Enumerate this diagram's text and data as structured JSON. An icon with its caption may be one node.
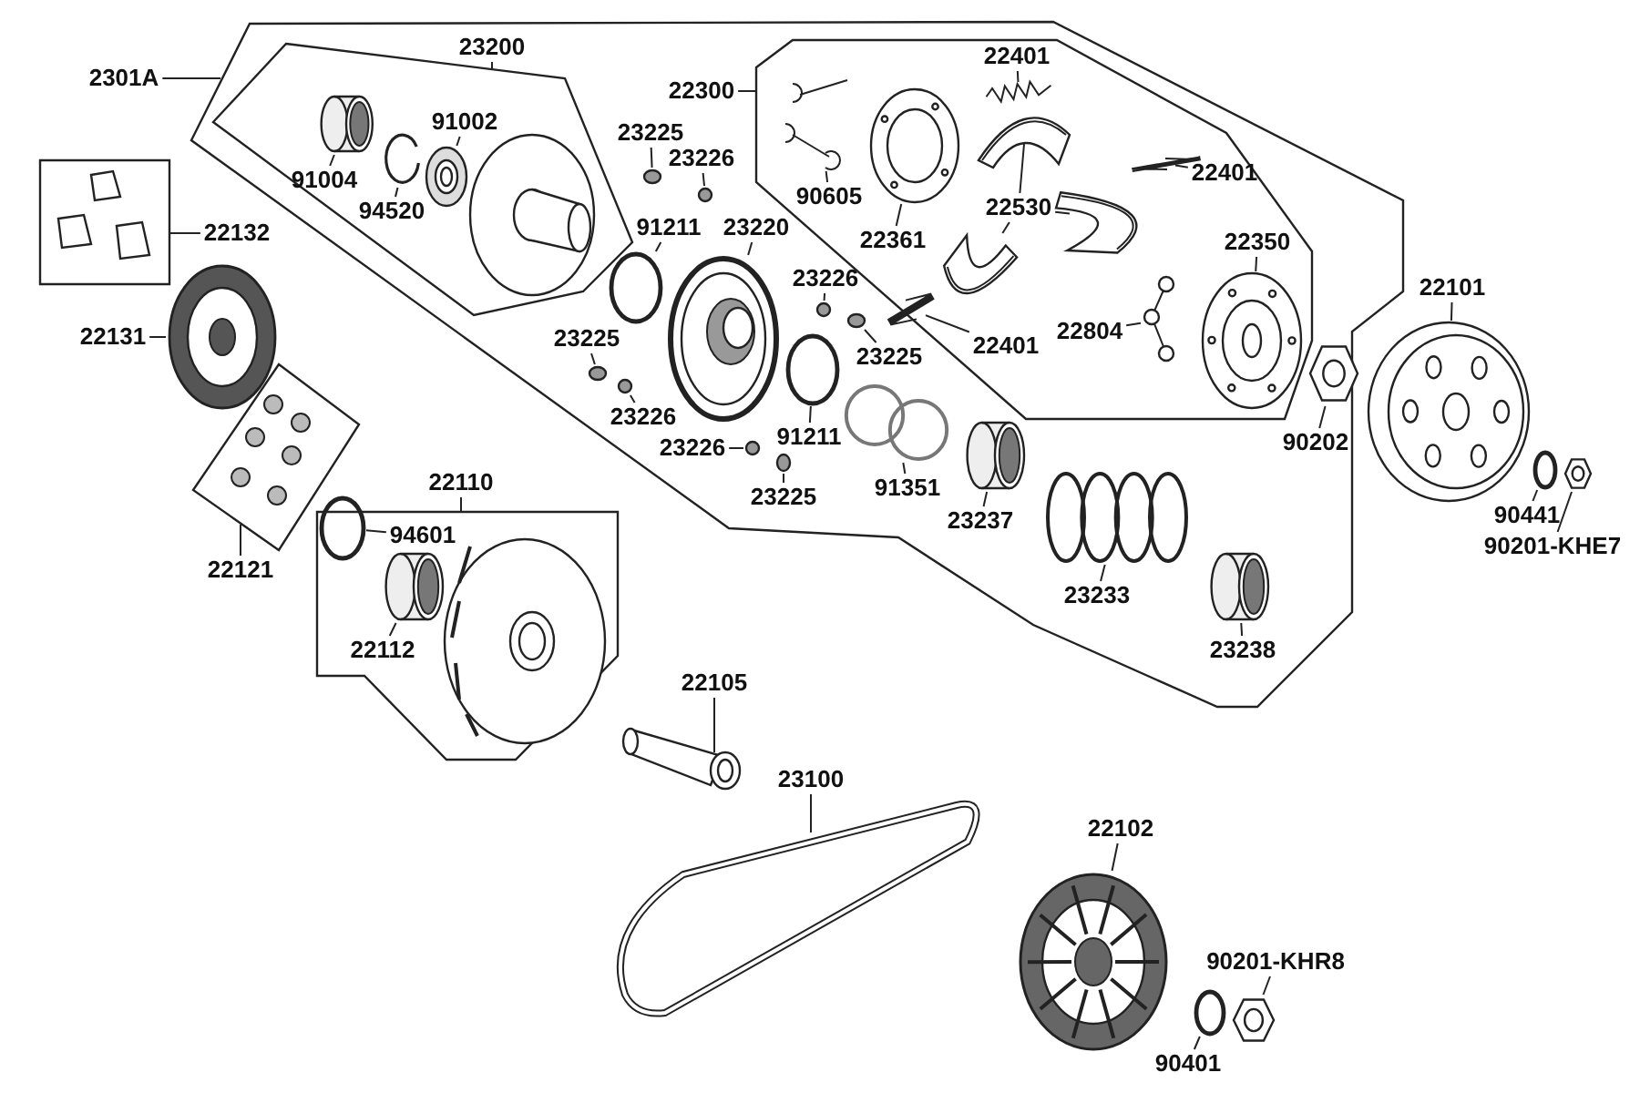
{
  "diagram": {
    "nodes": [
      {
        "text": [
          "2301A"
        ]
      },
      {
        "text": [
          "23200"
        ]
      },
      {
        "text": [
          "91004"
        ]
      },
      {
        "text": [],
        "shape": "cylinder"
      },
      {
        "text": [
          "94520"
        ]
      },
      {
        "text": [],
        "shape": "picture"
      },
      {
        "text": [
          "91002"
        ]
      },
      {
        "text": [],
        "shape": "picture"
      },
      {
        "text": [
          "22300"
        ]
      },
      {
        "text": [
          "22401"
        ]
      },
      {
        "text": [],
        "shape": "picture"
      },
      {
        "text": [
          "90605"
        ]
      },
      {
        "text": [],
        "shape": "picture"
      },
      {
        "text": [
          "22361"
        ]
      },
      {
        "text": [],
        "shape": "picture"
      },
      {
        "text": [
          "22530"
        ]
      },
      {
        "text": [],
        "shape": "picture"
      },
      {
        "text": [],
        "shape": "picture"
      },
      {
        "text": [],
        "shape": "picture"
      },
      {
        "text": [
          "22401"
        ]
      },
      {
        "text": [],
        "shape": "picture"
      },
      {
        "text": [
          "22401"
        ]
      },
      {
        "text": [],
        "shape": "picture"
      },
      {
        "text": [
          "22350"
        ]
      },
      {
        "text": [],
        "shape": "picture"
      },
      {
        "text": [
          "22804"
        ]
      },
      {
        "text": [],
        "shape": "picture"
      },
      {
        "text": [
          "22101"
        ]
      },
      {
        "text": [],
        "shape": "picture"
      },
      {
        "text": [
          "90202"
        ]
      },
      {
        "text": [],
        "shape": "picture"
      },
      {
        "text": [
          "90441"
        ]
      },
      {
        "text": [],
        "shape": "circle"
      },
      {
        "text": [
          "90201-KHE7"
        ]
      },
      {
        "text": [],
        "shape": "picture"
      },
      {
        "text": [
          "23225"
        ]
      },
      {
        "text": [],
        "shape": "circle"
      },
      {
        "text": [
          "23226"
        ]
      },
      {
        "text": [],
        "shape": "circle"
      },
      {
        "text": [
          "91211"
        ]
      },
      {
        "text": [],
        "shape": "circle"
      },
      {
        "text": [
          "23220"
        ]
      },
      {
        "text": [],
        "shape": "picture"
      },
      {
        "text": [
          "23225"
        ]
      },
      {
        "text": [],
        "shape": "circle"
      },
      {
        "text": [
          "23226"
        ]
      },
      {
        "text": [],
        "shape": "circle"
      },
      {
        "text": [
          "23226"
        ]
      },
      {
        "text": [],
        "shape": "circle"
      },
      {
        "text": [
          "23225"
        ]
      },
      {
        "text": [],
        "shape": "circle"
      },
      {
        "text": [
          "23226"
        ]
      },
      {
        "text": [],
        "shape": "circle"
      },
      {
        "text": [
          "23225"
        ]
      },
      {
        "text": [],
        "shape": "circle"
      },
      {
        "text": [
          "91211"
        ]
      },
      {
        "text": [],
        "shape": "circle"
      },
      {
        "text": [
          "91351"
        ]
      },
      {
        "text": [],
        "shape": "picture"
      },
      {
        "text": [
          "23237"
        ]
      },
      {
        "text": [],
        "shape": "cylinder"
      },
      {
        "text": [
          "23233"
        ]
      },
      {
        "text": [],
        "shape": "picture"
      },
      {
        "text": [
          "23238"
        ]
      },
      {
        "text": [],
        "shape": "cylinder"
      },
      {
        "text": [
          "22132"
        ]
      },
      {
        "text": [
          "22131"
        ]
      },
      {
        "text": [],
        "shape": "picture"
      },
      {
        "text": [
          "22121"
        ]
      },
      {
        "text": [
          "22110"
        ]
      },
      {
        "text": [
          "94601"
        ]
      },
      {
        "text": [],
        "shape": "circle"
      },
      {
        "text": [
          "22112"
        ]
      },
      {
        "text": [],
        "shape": "cylinder"
      },
      {
        "text": [
          "22105"
        ]
      },
      {
        "text": [],
        "shape": "picture"
      },
      {
        "text": [
          "23100"
        ]
      },
      {
        "text": [],
        "shape": "picture"
      },
      {
        "text": [
          "22102"
        ]
      },
      {
        "text": [],
        "shape": "picture"
      },
      {
        "text": [
          "90201-KHR8"
        ]
      },
      {
        "text": [],
        "shape": "picture"
      },
      {
        "text": [
          "90401"
        ]
      },
      {
        "text": [],
        "shape": "circle"
      }
    ],
    "edges": [
      {
        "from": 0,
        "to": null,
        "arrow": "none"
      },
      {
        "from": 1,
        "to": null,
        "arrow": "none"
      },
      {
        "from": 2,
        "to": 3,
        "arrow": "none"
      },
      {
        "from": 4,
        "to": 5,
        "arrow": "none"
      },
      {
        "from": 6,
        "to": 7,
        "arrow": "none"
      },
      {
        "from": 8,
        "to": null,
        "arrow": "none"
      },
      {
        "from": 9,
        "to": 10,
        "arrow": "none"
      },
      {
        "from": 11,
        "to": 12,
        "arrow": "none"
      },
      {
        "from": 13,
        "to": 14,
        "arrow": "none"
      },
      {
        "from": 15,
        "to": 16,
        "arrow": "none"
      },
      {
        "from": 15,
        "to": 17,
        "arrow": "none"
      },
      {
        "from": 15,
        "to": 18,
        "arrow": "none"
      },
      {
        "from": 19,
        "to": 20,
        "arrow": "none"
      },
      {
        "from": 21,
        "to": 22,
        "arrow": "none"
      },
      {
        "from": 23,
        "to": 24,
        "arrow": "none"
      },
      {
        "from": 25,
        "to": 26,
        "arrow": "none"
      },
      {
        "from": 27,
        "to": 28,
        "arrow": "none"
      },
      {
        "from": 29,
        "to": 30,
        "arrow": "none"
      },
      {
        "from": 31,
        "to": 32,
        "arrow": "none"
      },
      {
        "from": 33,
        "to": 34,
        "arrow": "none"
      },
      {
        "from": 35,
        "to": 36,
        "arrow": "none"
      },
      {
        "from": 37,
        "to": 38,
        "arrow": "none"
      },
      {
        "from": 39,
        "to": 40,
        "arrow": "none"
      },
      {
        "from": 41,
        "to": 42,
        "arrow": "none"
      },
      {
        "from": 43,
        "to": 44,
        "arrow": "none"
      },
      {
        "from": 45,
        "to": 46,
        "arrow": "none"
      },
      {
        "from": 47,
        "to": 48,
        "arrow": "none"
      },
      {
        "from": 49,
        "to": 50,
        "arrow": "none"
      },
      {
        "from": 51,
        "to": 52,
        "arrow": "none"
      },
      {
        "from": 53,
        "to": 54,
        "arrow": "none"
      },
      {
        "from": 55,
        "to": 56,
        "arrow": "none"
      },
      {
        "from": 57,
        "to": 58,
        "arrow": "none"
      },
      {
        "from": 59,
        "to": 60,
        "arrow": "none"
      },
      {
        "from": 61,
        "to": 62,
        "arrow": "none"
      },
      {
        "from": 63,
        "to": 64,
        "arrow": "none"
      },
      {
        "from": 65,
        "to": null,
        "arrow": "none"
      },
      {
        "from": 66,
        "to": 67,
        "arrow": "none"
      },
      {
        "from": 68,
        "to": null,
        "arrow": "none"
      },
      {
        "from": 69,
        "to": null,
        "arrow": "none"
      },
      {
        "from": 70,
        "to": 71,
        "arrow": "none"
      },
      {
        "from": 72,
        "to": 73,
        "arrow": "none"
      },
      {
        "from": 74,
        "to": 75,
        "arrow": "none"
      },
      {
        "from": 76,
        "to": 77,
        "arrow": "none"
      },
      {
        "from": 78,
        "to": 79,
        "arrow": "none"
      },
      {
        "from": 80,
        "to": 81,
        "arrow": "none"
      },
      {
        "from": 82,
        "to": 83,
        "arrow": "none"
      }
    ]
  }
}
